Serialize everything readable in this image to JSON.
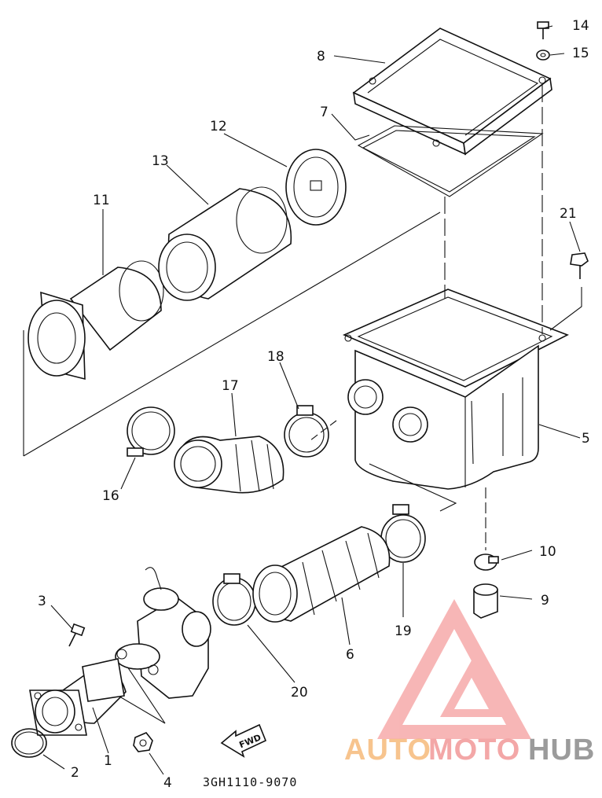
{
  "callouts": [
    "1",
    "2",
    "3",
    "4",
    "5",
    "6",
    "7",
    "8",
    "9",
    "10",
    "11",
    "12",
    "13",
    "14",
    "15",
    "16",
    "17",
    "18",
    "19",
    "20",
    "21"
  ],
  "fwd_label": "FWD",
  "drawing_code": "3GH1110-9070",
  "watermark": {
    "auto": "AUTO",
    "moto": "MOTO",
    "hub": "HUB",
    "colors": {
      "auto": "#f5b169",
      "moto": "#f08a8a",
      "hub": "#7a7a7a",
      "logo": "#f27c7c"
    }
  }
}
